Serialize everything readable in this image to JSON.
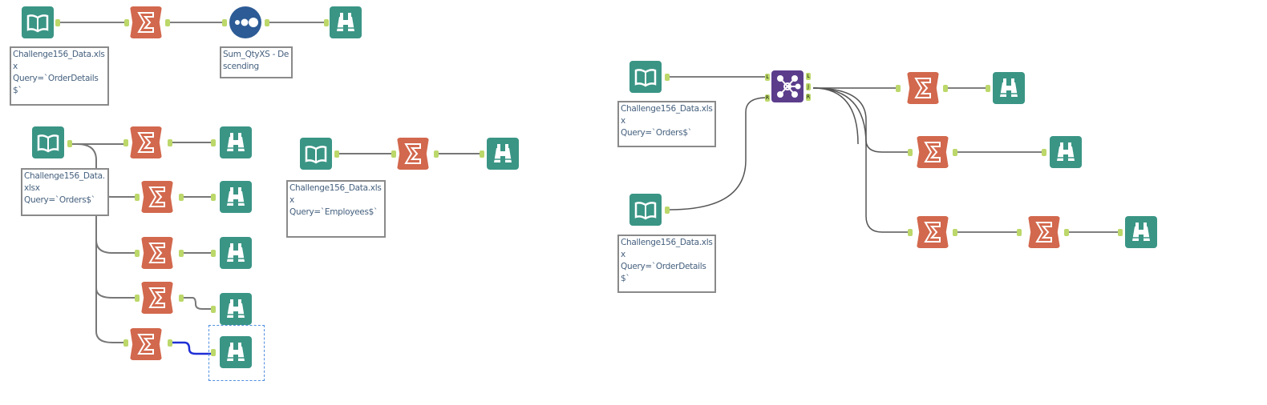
{
  "canvas": {
    "annotations": {
      "top_input": "Challenge156_Data.xlsx\nQuery=`OrderDetails$`",
      "top_sort": "Sum_QtyXS - Descending",
      "left_input": "Challenge156_Data.xlsx\nQuery=`Orders$`",
      "mid_input": "Challenge156_Data.xlsx\nQuery=`Employees$`",
      "right_input1": "Challenge156_Data.xlsx\nQuery=`Orders$`",
      "right_input2": "Challenge156_Data.xlsx\nQuery=`OrderDetails$`"
    },
    "join_anchors": {
      "left": "L",
      "right": "R",
      "out_left": "L",
      "out_join": "J",
      "out_right": "R"
    },
    "colors": {
      "input": "#3a9585",
      "summarize": "#d2684d",
      "sort": "#2c5b95",
      "join": "#5b3d8c",
      "anchor": "#bcd86a",
      "selected_wire": "#1f2fd6"
    }
  }
}
